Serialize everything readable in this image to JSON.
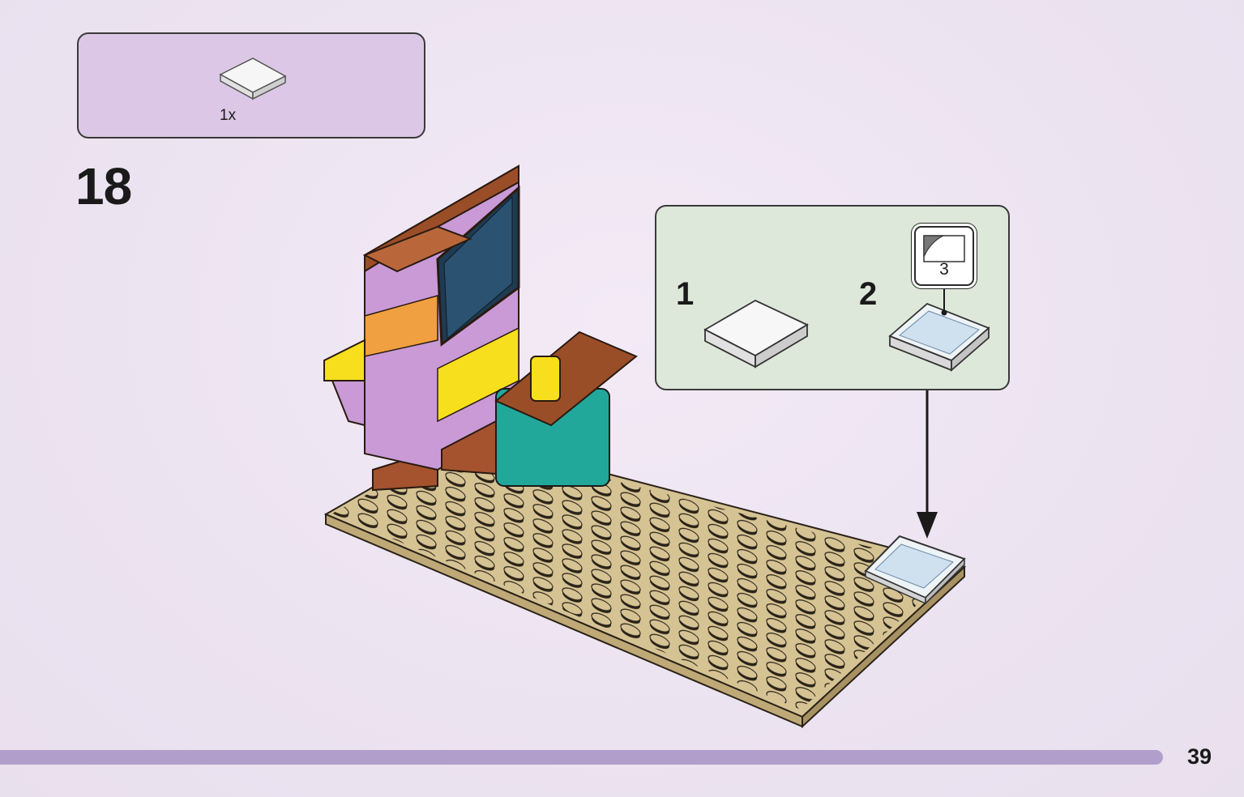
{
  "parts_list": {
    "quantity": "1x",
    "part_icon": "white-flat-tile-2x2-icon"
  },
  "step": {
    "number": "18"
  },
  "callout": {
    "substeps": [
      {
        "number": "1",
        "icon": "white-flat-tile-icon"
      },
      {
        "number": "2",
        "icon": "decorated-tile-icon"
      }
    ],
    "sticker": {
      "number": "3",
      "icon": "sticker-peel-icon"
    }
  },
  "page": {
    "number": "39"
  },
  "colors": {
    "background": "#ece3f1",
    "parts_box": "#dcc8e6",
    "callout_box": "#dee8da",
    "page_bar": "#b19ecb",
    "baseplate": "#d6c394"
  }
}
